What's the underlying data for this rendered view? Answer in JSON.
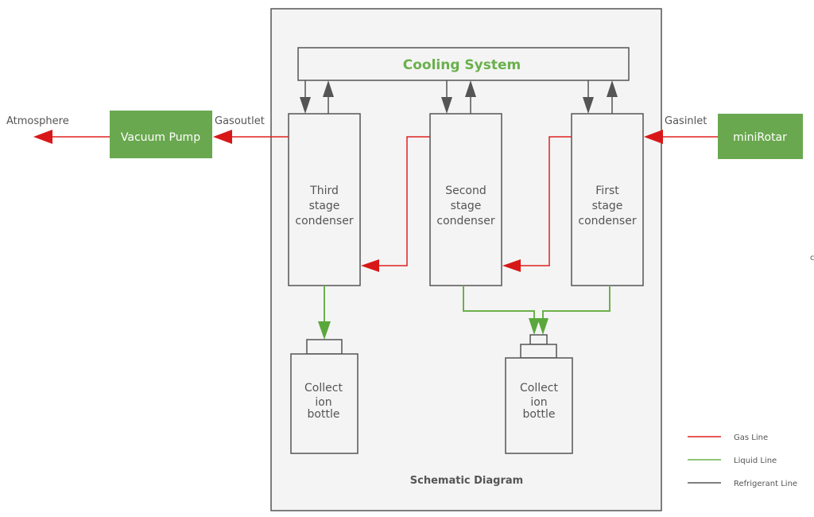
{
  "title": "Schematic Diagram",
  "cooling_system": {
    "label": "Cooling System",
    "color": "#6ab04c"
  },
  "external": {
    "atmosphere": "Atmosphere",
    "vacuum_pump": "Vacuum Pump",
    "gas_outlet": "Gasoutlet",
    "gas_inlet": "Gasinlet",
    "source": "miniRotar",
    "box_color": "#6aa84f"
  },
  "condensers": [
    {
      "lines": [
        "Third",
        "stage",
        "condenser"
      ]
    },
    {
      "lines": [
        "Second",
        "stage",
        "condenser"
      ]
    },
    {
      "lines": [
        "First",
        "stage",
        "condenser"
      ]
    }
  ],
  "bottles": [
    {
      "lines": [
        "Collect",
        "ion",
        "bottle"
      ]
    },
    {
      "lines": [
        "Collect",
        "ion",
        "bottle"
      ]
    }
  ],
  "legend": [
    {
      "label": "Gas Line",
      "color": "#e02020"
    },
    {
      "label": "Liquid Line",
      "color": "#6ab04c"
    },
    {
      "label": "Refrigerant Line",
      "color": "#555555"
    }
  ],
  "edge_fragment": "c"
}
